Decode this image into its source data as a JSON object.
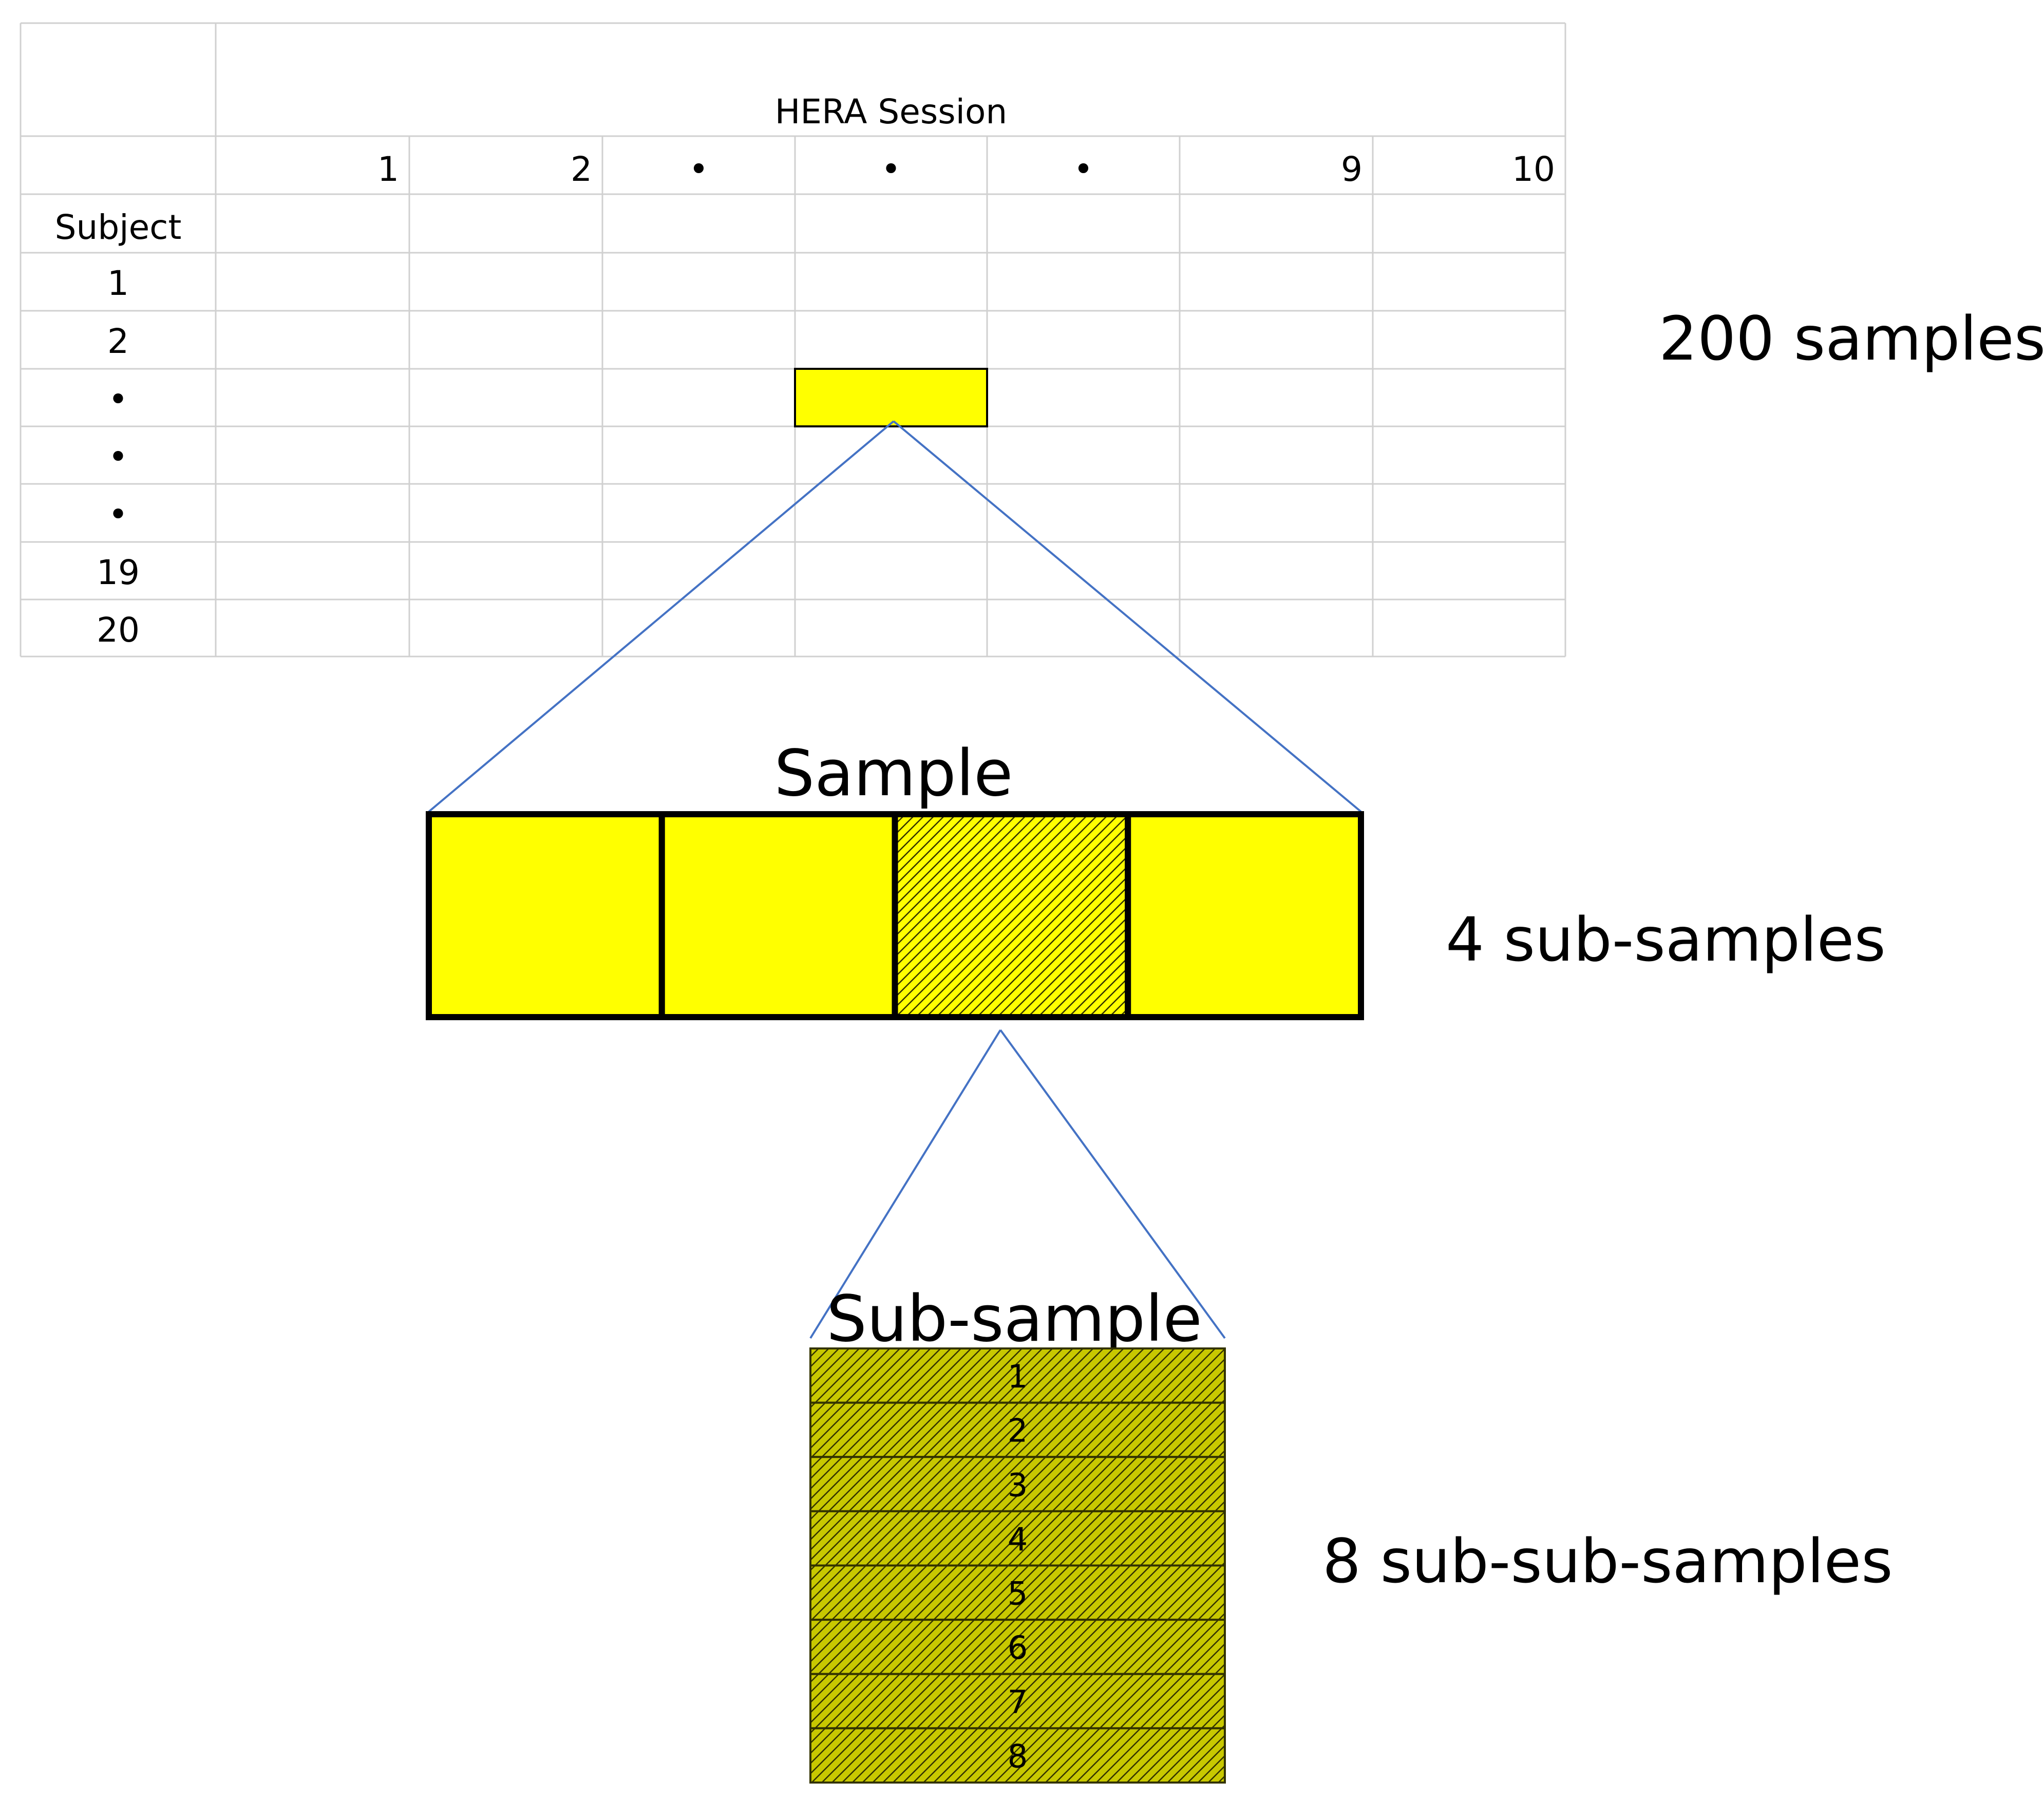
{
  "table": {
    "header_title": "HERA Session",
    "row_header": "Subject",
    "column_labels": [
      "1",
      "2",
      "•",
      "•",
      "•",
      "9",
      "10"
    ],
    "row_labels": [
      "1",
      "2",
      "•",
      "•",
      "•",
      "19",
      "20"
    ],
    "highlighted_cell": {
      "row": 2,
      "col": 3
    }
  },
  "labels": {
    "samples": "200 samples",
    "sample_title": "Sample",
    "sub_samples": "4 sub-samples",
    "sub_sample_title": "Sub-sample",
    "sub_sub_samples": "8 sub-sub-samples"
  },
  "sample": {
    "count": 4,
    "hatched_index": 2
  },
  "sub_sample": {
    "items": [
      "1",
      "2",
      "3",
      "4",
      "5",
      "6",
      "7",
      "8"
    ]
  },
  "colors": {
    "fill": "#ffff00",
    "sub_fill": "#c8c800",
    "hatch": "#333300",
    "grid": "#d0d0d0",
    "connector": "#4472c4",
    "border": "#000000"
  }
}
